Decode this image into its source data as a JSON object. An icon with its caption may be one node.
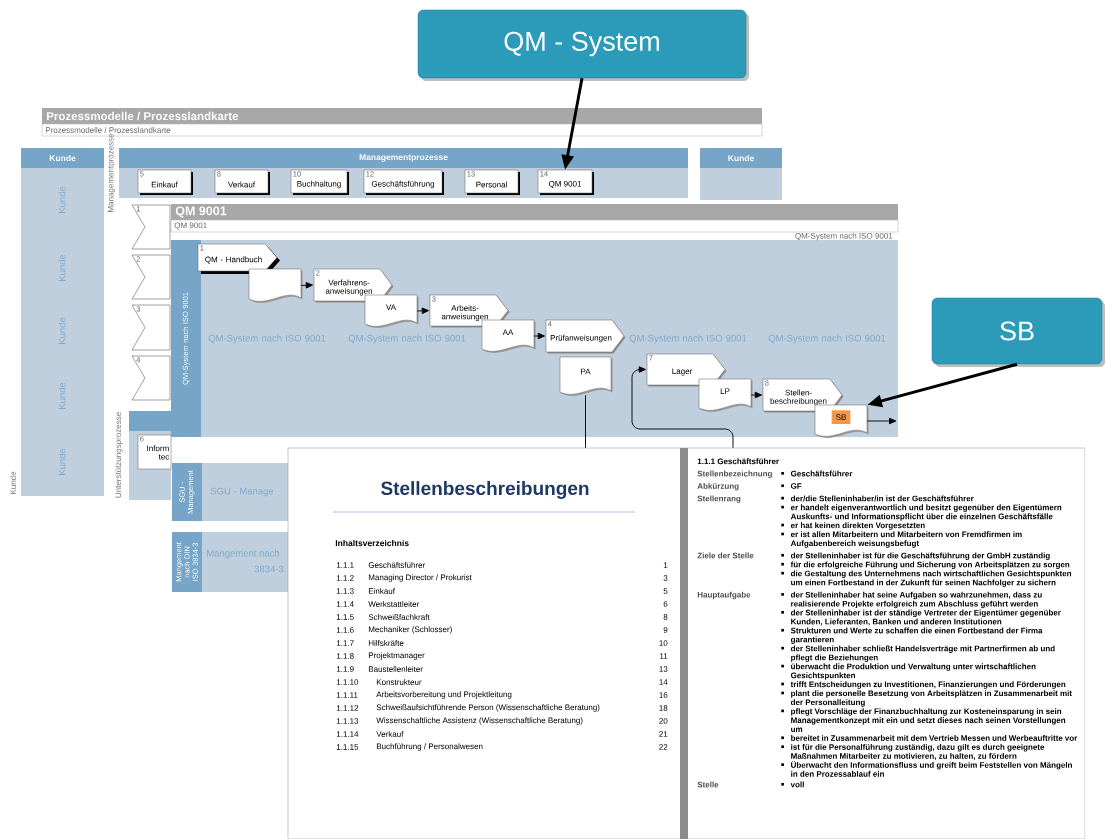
{
  "diagram": {
    "nodes": [
      {
        "text": [
          "QM - System"
        ]
      },
      {
        "text": [
          "SB"
        ]
      },
      {
        "text": [
          "Kunde"
        ]
      },
      {
        "text": [
          "Managementprozesse"
        ]
      },
      {
        "text": [
          "5",
          "Einkauf"
        ],
        "in": 3
      },
      {
        "text": [
          "8",
          "Verkauf"
        ],
        "in": 3
      },
      {
        "text": [
          "10",
          "Buchhaltung"
        ],
        "in": 3
      },
      {
        "text": [
          "12",
          "Geschäftsführung"
        ],
        "in": 3
      },
      {
        "text": [
          "13",
          "Personal"
        ],
        "in": 3
      },
      {
        "text": [
          "14",
          "QM 9001"
        ],
        "in": 3
      },
      {
        "text": [
          "Kunde"
        ]
      },
      {
        "text": [
          "1"
        ]
      },
      {
        "text": [
          "2"
        ]
      },
      {
        "text": [
          "3"
        ]
      },
      {
        "text": [
          "4"
        ]
      },
      {
        "text": [],
        "shape": "box"
      },
      {
        "text": [
          "6",
          "Inform tec"
        ],
        "in": 15
      },
      {
        "text": [
          "QM-System nach ISO 9001"
        ]
      },
      {
        "text": [
          "1",
          "QM - Handbuch"
        ],
        "in": 17
      },
      {
        "text": [],
        "shape": "document",
        "in": 17
      },
      {
        "text": [
          "2",
          "Verfahrens- anweisungen"
        ],
        "in": 17
      },
      {
        "text": [
          "VA"
        ],
        "in": 17
      },
      {
        "text": [
          "3",
          "Arbeits- anweisungen"
        ],
        "in": 17
      },
      {
        "text": [
          "AA"
        ],
        "in": 17
      },
      {
        "text": [
          "4",
          "Prüfanweisungen"
        ],
        "in": 17
      },
      {
        "text": [
          "PA"
        ],
        "in": 17
      },
      {
        "text": [
          "7",
          "Lager"
        ],
        "in": 17
      },
      {
        "text": [
          "LP"
        ],
        "in": 17
      },
      {
        "text": [
          "8",
          "Stellen- beschreibungen"
        ],
        "in": 17
      },
      {
        "text": [
          "SB"
        ],
        "in": 17
      },
      {
        "text": [
          "SGU - Management"
        ]
      },
      {
        "text": [
          "Mangement nach DIN ISO 3834-3"
        ]
      }
    ],
    "edges": [
      {
        "from": 0,
        "to": 9,
        "arrow": "to",
        "style": "thick"
      },
      {
        "from": 1,
        "to": 29,
        "arrow": "to",
        "style": "thick"
      },
      {
        "from": 19,
        "to": 20,
        "arrow": "to"
      },
      {
        "from": 21,
        "to": 22,
        "arrow": "to"
      },
      {
        "from": 23,
        "to": 24,
        "arrow": "to"
      },
      {
        "from": 27,
        "to": 28,
        "arrow": "to"
      },
      {
        "from": 29,
        "to": null,
        "arrow": "to"
      },
      {
        "from": 25,
        "to": null,
        "arrow": "none"
      },
      {
        "from": null,
        "to": 26,
        "arrow": "to"
      }
    ],
    "labels": [
      "Prozessmodelle / Prozesslandkarte",
      "Prozessmodelle / Prozesslandkarte",
      "Kunde",
      "Kunde",
      "Kunde",
      "Kunde",
      "Kunde",
      "Kunde",
      "Managementprozesse",
      "Unterstützungsprozesse",
      "QM 9001",
      "QM 9001",
      "QM-System nach ISO 9001",
      "QM-System nach ISO 9001",
      "QM-System nach ISO 9001",
      "QM-System nach ISO 9001",
      "QM-System nach ISO 9001",
      "SGU - Manage",
      "Mangement nach",
      "3834-3",
      "Stellenbeschreibungen",
      "Inhaltsverzeichnis",
      "1.1.1",
      "Geschäftsführer",
      "1",
      "1.1.2",
      "Managing Director / Prokurist",
      "3",
      "1.1.3",
      "Einkauf",
      "5",
      "1.1.4",
      "Werkstattleiter",
      "6",
      "1.1.5",
      "Schweißfachkraft",
      "8",
      "1.1.6",
      "Mechaniker (Schlosser)",
      "9",
      "1.1.7",
      "Hilfskräfte",
      "10",
      "1.1.8",
      "Projektmanager",
      "11",
      "1.1.9",
      "Baustellenleiter",
      "13",
      "1.1.10",
      "Konstrukteur",
      "14",
      "1.1.11",
      "Arbeitsvorbereitung und Projektleitung",
      "16",
      "1.1.12",
      "Schweißaufsichtführende Person (Wissenschaftliche Beratung)",
      "18",
      "1.1.13",
      "Wissenschaftliche Assistenz (Wissenschaftliche Beratung)",
      "20",
      "1.1.14",
      "Verkauf",
      "21",
      "1.1.15",
      "Buchführung / Personalwesen",
      "22",
      "1.1.1 Geschäftsführer",
      "Stellenbezeichnung",
      "Geschäftsführer",
      "Abkürzung",
      "GF",
      "Stellenrang",
      "der/die Stelleninhaber/in ist der Geschäftsführer",
      "er handelt eigenverantwortlich und besitzt gegenüber den Eigentümern Auskunfts- und Informationspflicht über die einzelnen Geschäftsfälle",
      "er hat keinen direkten Vorgesetzten",
      "er ist allen Mitarbeitern und Mitarbeitern von Fremdfirmen im Aufgabenbereich weisungsbefugt",
      "Ziele der Stelle",
      "der Stelleninhaber ist für die Geschäftsführung der GmbH zuständig",
      "für die erfolgreiche Führung und Sicherung von Arbeitsplätzen zu sorgen",
      "die Gestaltung des Unternehmens nach wirtschaftlichen Gesichtspunkten um einen Fortbestand in der Zukunft für seinen Nachfolger zu sichern",
      "Hauptaufgabe",
      "der Stelleninhaber hat seine Aufgaben so wahrzunehmen, dass zu realisierende Projekte erfolgreich zum Abschluss geführt werden",
      "der Stelleninhaber ist der ständige Vertreter der Eigentümer gegenüber Kunden, Lieferanten, Banken und anderen Institutionen",
      "Strukturen und Werte zu schaffen die einen Fortbestand der Firma garantieren",
      "der Stelleninhaber schließt Handelsverträge mit Partnerfirmen ab und pflegt die Beziehungen",
      "überwacht die Produktion und Verwaltung unter wirtschaftlichen Gesichtspunkten",
      "trifft Entscheidungen zu Investitionen, Finanzierungen und Förderungen",
      "plant die personelle Besetzung von Arbeitsplätzen in Zusammenarbeit mit der Personalleitung",
      "pflegt Vorschläge der Finanzbuchhaltung zur Kosteneinsparung in sein Managementkonzept mit ein und setzt dieses nach seinen Vorstellungen um",
      "bereitet in Zusammenarbeit mit dem Vertrieb Messen und Werbeauftritte vor",
      "ist für die Personalführung zuständig, dazu gilt es durch geeignete Maßnahmen Mitarbeiter zu motivieren, zu halten, zu fördern",
      "Überwacht den Informationsfluss und greift beim Feststellen von Mängeln in den Prozessablauf ein",
      "Stelle",
      "voll"
    ]
  }
}
